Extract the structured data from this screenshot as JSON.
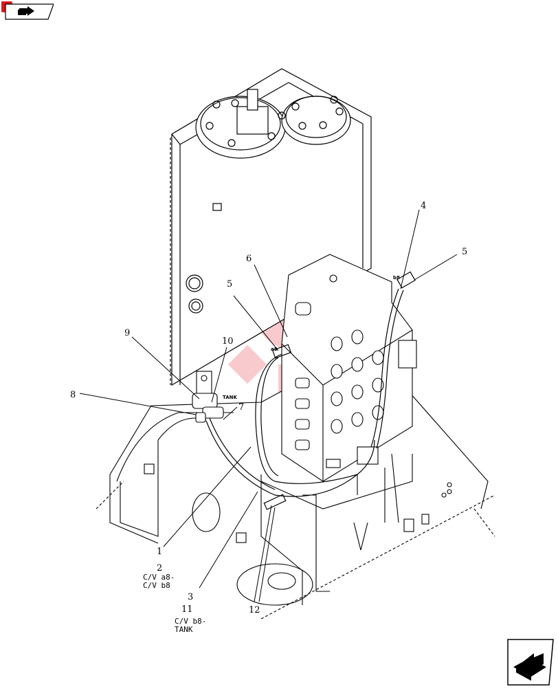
{
  "callouts": [
    {
      "id": "c1",
      "text": "1"
    },
    {
      "id": "c2",
      "text": "2"
    },
    {
      "id": "c3",
      "text": "3"
    },
    {
      "id": "c4",
      "text": "4"
    },
    {
      "id": "c5a",
      "text": "5"
    },
    {
      "id": "c5b",
      "text": "5"
    },
    {
      "id": "c6",
      "text": "6"
    },
    {
      "id": "c7",
      "text": "7"
    },
    {
      "id": "c8",
      "text": "8"
    },
    {
      "id": "c9",
      "text": "9"
    },
    {
      "id": "c10",
      "text": "10"
    },
    {
      "id": "c11",
      "text": "11"
    },
    {
      "id": "c12",
      "text": "12"
    }
  ],
  "notes": {
    "n2_line1": "C/V a8-",
    "n2_line2": "C/V b8",
    "n11_line1": "C/V b8-",
    "n11_line2": "TANK"
  },
  "port_labels": {
    "a8": "a8",
    "b8": "b8",
    "tank": "TANK"
  },
  "nav": {
    "back_icon": "back-arrow-icon",
    "next_icon": "next-page-icon"
  },
  "colors": {
    "line": "#000000",
    "watermark": "#e8323c",
    "nav_red": "#d7191f"
  }
}
